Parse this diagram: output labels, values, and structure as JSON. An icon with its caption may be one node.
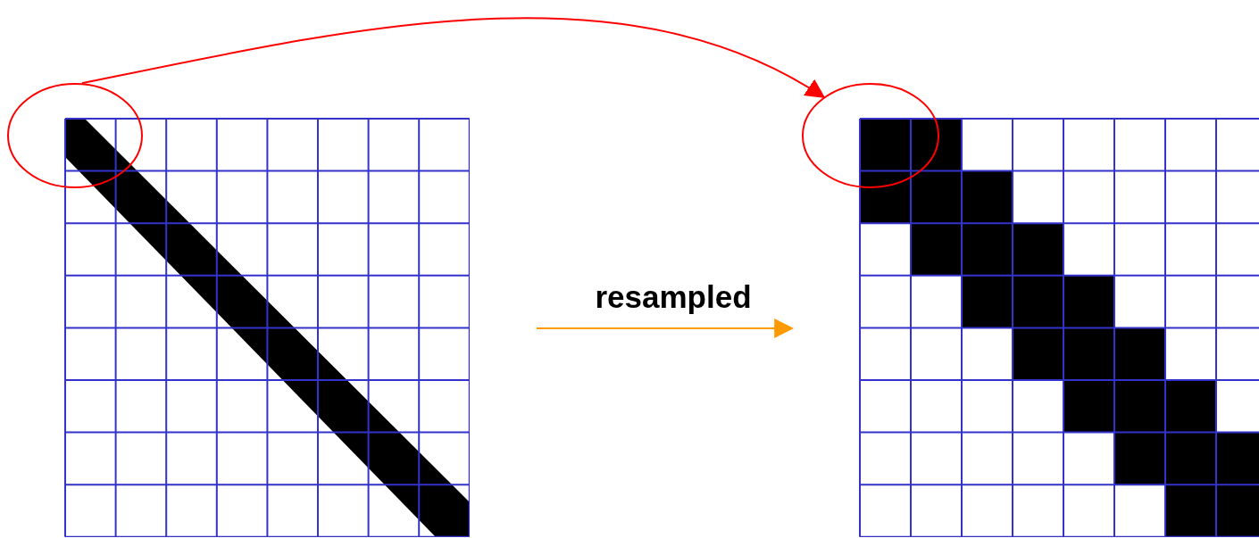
{
  "diagram": {
    "nodes": [
      {
        "text": [],
        "shape": "grid"
      },
      {
        "text": [],
        "shape": "circle"
      },
      {
        "text": [],
        "shape": "grid"
      },
      {
        "text": [],
        "shape": "circle"
      }
    ],
    "edges": [
      {
        "from": 1,
        "to": 3,
        "arrow": "to",
        "color": "#ff0000"
      },
      {
        "from": 0,
        "to": 2,
        "arrow": "to",
        "label": "resampled",
        "color": "#ff9900"
      }
    ]
  }
}
